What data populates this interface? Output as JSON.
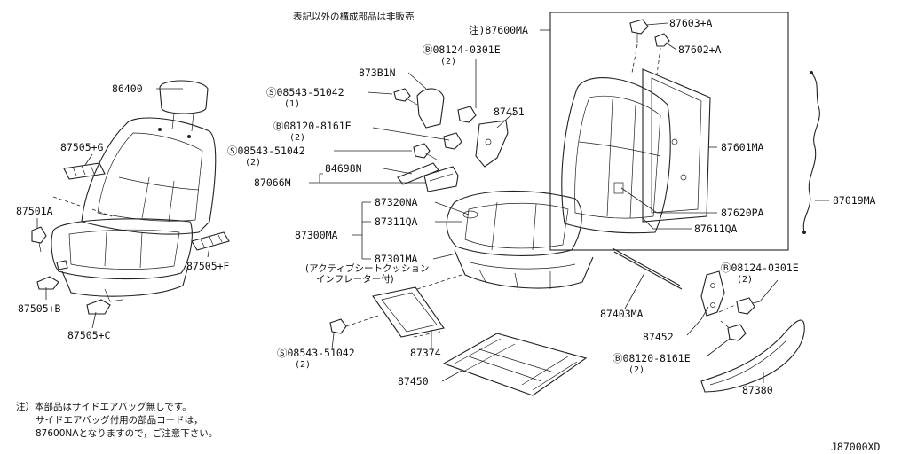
{
  "header_note": "表記以外の構成部品は非販売",
  "diagram_code": "J87000XD",
  "footnote": {
    "line1": "注）本部品はサイドエアバッグ無しです。",
    "line2": "サイドエアバッグ付用の部品コードは，",
    "line3": "87600NAとなりますので，ご注意下さい。"
  },
  "labels": {
    "p87600MA": "注)87600MA",
    "p87603A": "87603+A",
    "p87602A": "87602+A",
    "p08124_top": "Ⓑ08124-0301E",
    "p08124_top_qty": "(2)",
    "p873B1N": "873B1N",
    "p08543_a": "Ⓢ08543-51042",
    "p08543_a_qty": "(1)",
    "p86400": "86400",
    "p87451": "87451",
    "p08120_a": "Ⓑ08120-8161E",
    "p08120_a_qty": "(2)",
    "p87505G": "87505+G",
    "p08543_b": "Ⓢ08543-51042",
    "p08543_b_qty": "(2)",
    "p84698N": "84698N",
    "p87066M": "87066M",
    "p87601MA": "87601MA",
    "p87501A": "87501A",
    "p87320NA": "87320NA",
    "p87311QA": "87311QA",
    "p87620PA": "87620PA",
    "p87019MA": "87019MA",
    "p87300MA": "87300MA",
    "p87611QA": "87611QA",
    "p87301MA": "87301MA",
    "p87505F": "87505+F",
    "p_katakana1": "(アクティブシートクッション",
    "p_katakana2": "インフレーター付)",
    "p08124_right": "Ⓑ08124-0301E",
    "p08124_right_qty": "(2)",
    "p87505B": "87505+B",
    "p87403MA": "87403MA",
    "p87505C": "87505+C",
    "p87452": "87452",
    "p08543_c": "Ⓢ08543-51042",
    "p08543_c_qty": "(2)",
    "p87374": "87374",
    "p08120_b": "Ⓑ08120-8161E",
    "p08120_b_qty": "(2)",
    "p87450": "87450",
    "p87380": "87380"
  }
}
